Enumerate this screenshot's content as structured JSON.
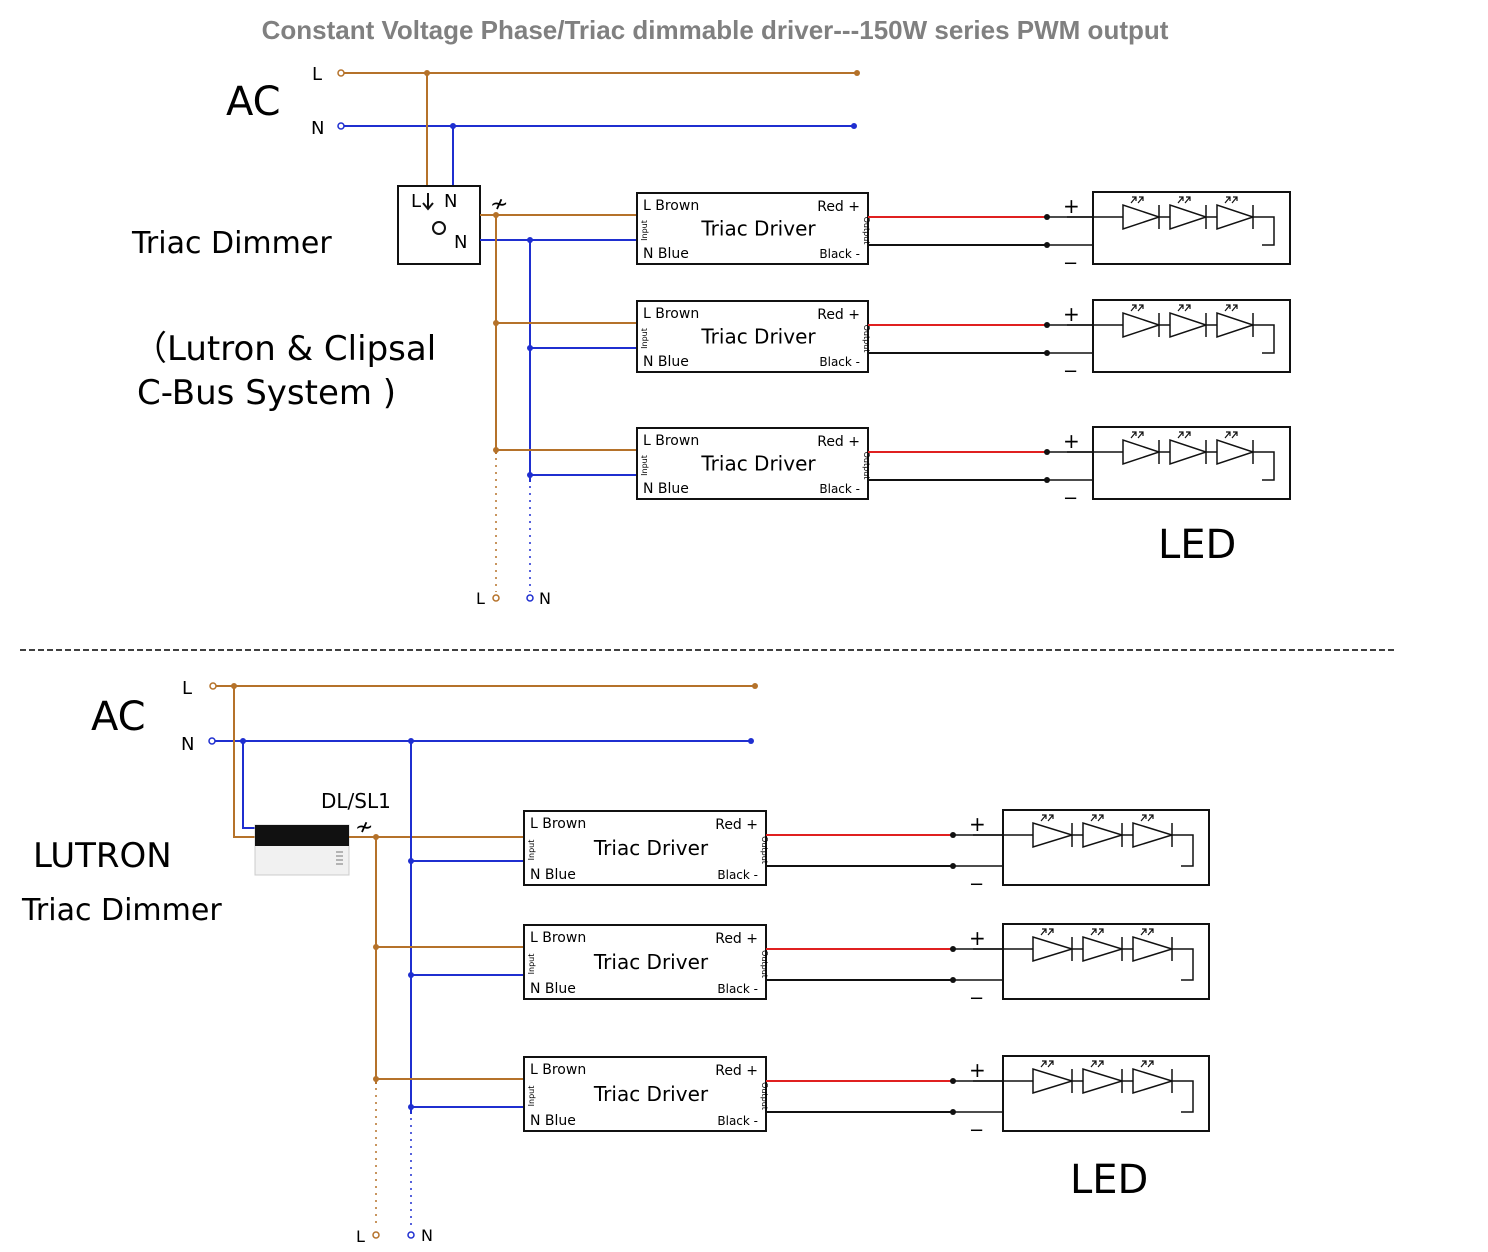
{
  "title": "Constant Voltage Phase/Triac dimmable driver---150W series    PWM output",
  "colors": {
    "live": "#b5722a",
    "neutral": "#1f2fd0",
    "positive": "#e02020",
    "negative": "#111111"
  },
  "top": {
    "ac_label": "AC",
    "l_label": "L",
    "n_label": "N",
    "dimmer_title": "Triac Dimmer",
    "dimmer_subtitle_line1": "（Lutron & Clipsal",
    "dimmer_subtitle_line2": "C-Bus System )",
    "dimmer_box_l": "L",
    "dimmer_box_n1": "N",
    "dimmer_box_n2": "N",
    "led_label": "LED",
    "bottom_l": "L",
    "bottom_n": "N"
  },
  "bottom": {
    "ac_label": "AC",
    "l_label": "L",
    "n_label": "N",
    "dimmer_title_line1": "LUTRON",
    "dimmer_title_line2": "Triac Dimmer",
    "dimmer_model": "DL/SL1",
    "led_label": "LED",
    "bottom_l": "L",
    "bottom_n": "N"
  },
  "driver": {
    "name": "Triac Driver",
    "l_label": "L Brown",
    "n_label": "N Blue",
    "red_label": "Red +",
    "black_label": "Black -",
    "input_label": "Input",
    "output_label": "Output"
  },
  "led": {
    "plus": "+",
    "minus": "−"
  },
  "divider": "--------------------------------------------------------------------------------------------------------------------------------------------------------------------------------------------------------------------------------"
}
